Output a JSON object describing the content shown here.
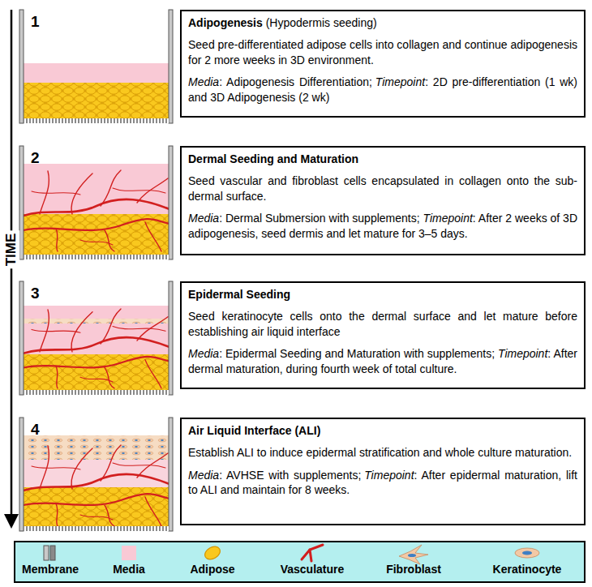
{
  "diagram": {
    "nodes": [
      {
        "text": [
          "Adipogenesis",
          "(Hypodermis seeding)",
          "Seed pre-differentiated adipose cells into collagen and continue adipogenesis for 2 more weeks in 3D environment.",
          "Media",
          ": Adipogenesis Differentiation;",
          "Timepoint",
          ": 2D pre-differentiation (1 wk) and 3D Adipogenesis (2 wk)"
        ]
      },
      {
        "text": [
          "Dermal Seeding and Maturation",
          "Seed vascular and fibroblast cells encapsulated in collagen onto the sub-dermal surface.",
          "Media",
          ": Dermal Submersion with supplements;",
          "Timepoint",
          ": After 2 weeks of 3D adipogenesis, seed dermis and let mature for 3–5 days."
        ]
      },
      {
        "text": [
          "Epidermal Seeding",
          "Seed keratinocyte cells onto the dermal surface and let mature before establishing air liquid interface",
          "Media",
          ": Epidermal Seeding and Maturation with supplements;",
          "Timepoint",
          ": After dermal maturation, during fourth week of total culture."
        ]
      },
      {
        "text": [
          "Air Liquid Interface (ALI)",
          "Establish ALI to induce epidermal stratification and whole culture maturation.",
          "Media",
          ": AVHSE with supplements;",
          "Timepoint",
          ": After epidermal maturation, lift to ALI and maintain for 8 weeks."
        ]
      }
    ],
    "labels": [
      "TIME",
      "1",
      "2",
      "3",
      "4"
    ],
    "legend": [
      {
        "text": "Membrane"
      },
      {
        "text": "Media",
        "color": "#f9c9d5"
      },
      {
        "text": "Adipose"
      },
      {
        "text": "Vasculature"
      },
      {
        "text": "Fibroblast"
      },
      {
        "text": "Keratinocyte"
      }
    ]
  }
}
